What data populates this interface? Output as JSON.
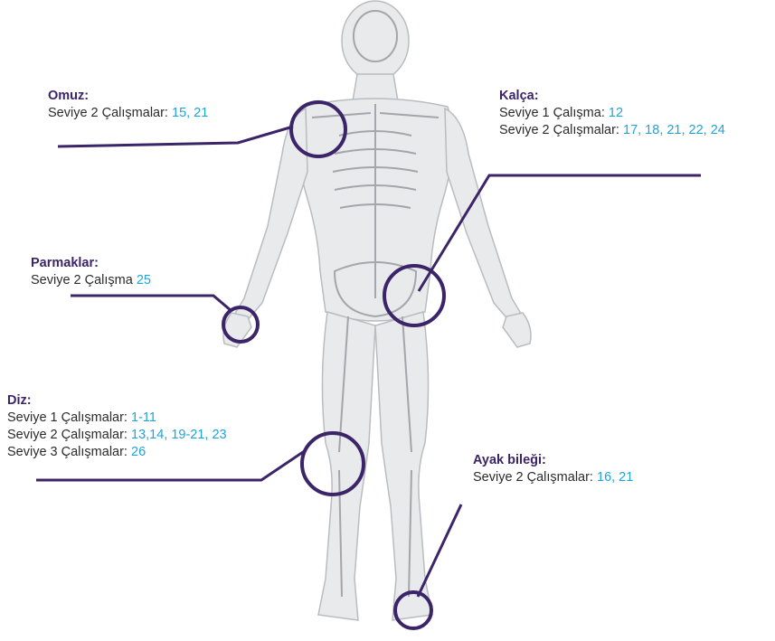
{
  "colors": {
    "accent": "#3b2468",
    "ring": "#3b2468",
    "numbers": "#1fa4d8",
    "text": "#2b2b2b",
    "body_fill": "#e6e8ea",
    "bone": "#9a9da1"
  },
  "joints": {
    "omuz": {
      "title": "Omuz:",
      "rows": [
        {
          "text": "Seviye 2 Çalışmalar: ",
          "nums": "15, 21"
        }
      ]
    },
    "kalca": {
      "title": "Kalça:",
      "rows": [
        {
          "text": "Seviye 1 Çalışma: ",
          "nums": "12"
        },
        {
          "text": "Seviye 2 Çalışmalar: ",
          "nums": "17, 18, 21, 22, 24"
        }
      ]
    },
    "parmaklar": {
      "title": "Parmaklar:",
      "rows": [
        {
          "text": "Seviye 2 Çalışma ",
          "nums": "25"
        }
      ]
    },
    "diz": {
      "title": "Diz:",
      "rows": [
        {
          "text": "Seviye 1 Çalışmalar: ",
          "nums": "1-11"
        },
        {
          "text": "Seviye 2 Çalışmalar: ",
          "nums": "13,14, 19-21, 23"
        },
        {
          "text": "Seviye 3 Çalışmalar: ",
          "nums": "26"
        }
      ]
    },
    "ayak_bilegi": {
      "title": "Ayak bileği:",
      "rows": [
        {
          "text": "Seviye 2 Çalışmalar: ",
          "nums": "16, 21"
        }
      ]
    }
  }
}
